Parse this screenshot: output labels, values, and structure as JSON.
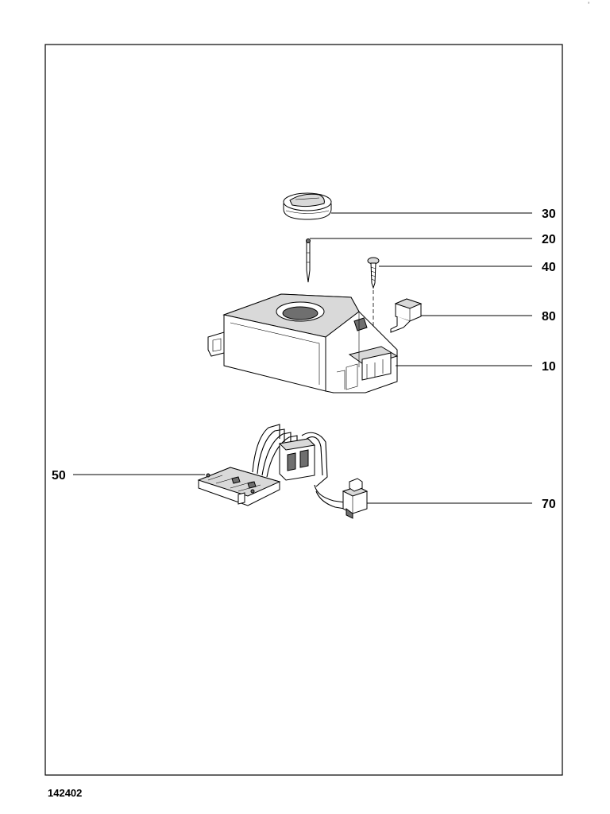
{
  "drawing": {
    "number": "142402",
    "corner_mark": "ʼ"
  },
  "parts": [
    {
      "label": "30",
      "name": "knob-cap"
    },
    {
      "label": "20",
      "name": "shaft-pin"
    },
    {
      "label": "40",
      "name": "screw"
    },
    {
      "label": "80",
      "name": "clip-bracket"
    },
    {
      "label": "10",
      "name": "housing-cover"
    },
    {
      "label": "50",
      "name": "circuit-board"
    },
    {
      "label": "70",
      "name": "switch-connector"
    }
  ],
  "colors": {
    "line": "#000000",
    "fill_light": "#d9d9d9",
    "fill_dark": "#6f6f6f"
  }
}
